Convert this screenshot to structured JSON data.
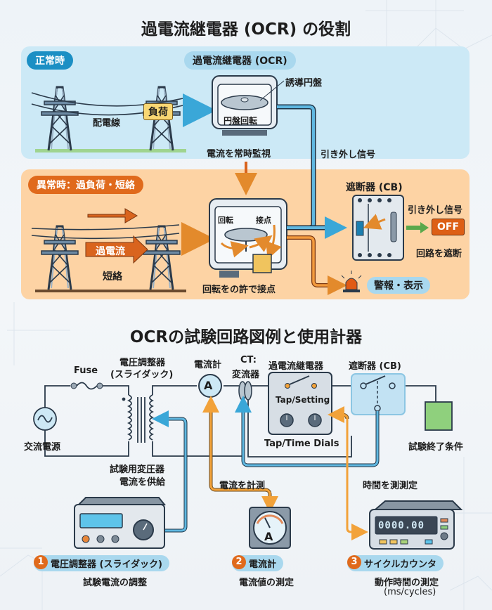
{
  "section1": {
    "title": "過電流継電器 (OCR) の役割",
    "normal": {
      "badge": "正常時",
      "relay_label": "過電流継電器 (OCR)",
      "line_label": "配電線",
      "load_label": "負荷",
      "disk_label": "誘導円盤",
      "disk_rotation": "円盤回転",
      "monitor_label": "電流を常時監視",
      "trip_signal": "引き外し信号"
    },
    "abnormal": {
      "badge": "異常時：過負荷・短絡",
      "overcurrent": "過電流",
      "short_circuit": "短絡",
      "rotation": "回転",
      "contact": "接点",
      "contact_caption": "回転をの許で接点",
      "cb_label": "遮断器 (CB)",
      "trip_signal": "引き外し信号",
      "off_label": "OFF",
      "cutoff_label": "回路を遮断",
      "alarm_label": "警報・表示"
    }
  },
  "section2": {
    "title": "OCRの試験回路図例と使用計器",
    "circuit": {
      "fuse": "Fuse",
      "regulator_line1": "電圧調整器",
      "regulator_line2": "(スライダック)",
      "ammeter_label": "電流計",
      "ammeter_symbol": "A",
      "ct_line1": "CT:",
      "ct_line2": "変流器",
      "relay_label": "過電流継電器",
      "tap_setting": "Tap/Setting",
      "tap_time_dials": "Tap/Time Dials",
      "cb_label": "遮断器 (CB)",
      "ac_source": "交流電源",
      "transformer_line1": "試験用変圧器",
      "transformer_line2": "電流を供給",
      "measure_current": "電流を計測",
      "measure_time": "時間を測測定",
      "end_condition": "試験終了条件"
    },
    "instruments": [
      {
        "number": "1",
        "name": "電圧調整器 (スライダック)",
        "desc": "試験電流の調整"
      },
      {
        "number": "2",
        "name": "電流計",
        "desc": "電流値の測定",
        "symbol": "A"
      },
      {
        "number": "3",
        "name": "サイクルカウンタ",
        "desc": "動作時間の測定",
        "desc2": "(ms/cycles)",
        "display": "0000.00"
      }
    ]
  },
  "colors": {
    "blue_panel": "#cce9f6",
    "orange_panel": "#fdd3a4",
    "blue_badge": "#1b8fc4",
    "orange_badge": "#e06a1c",
    "arrow_orange": "#d9641e",
    "arrow_blue": "#3aa7d8",
    "off_button": "#dd5f15",
    "green": "#7ec86d"
  }
}
